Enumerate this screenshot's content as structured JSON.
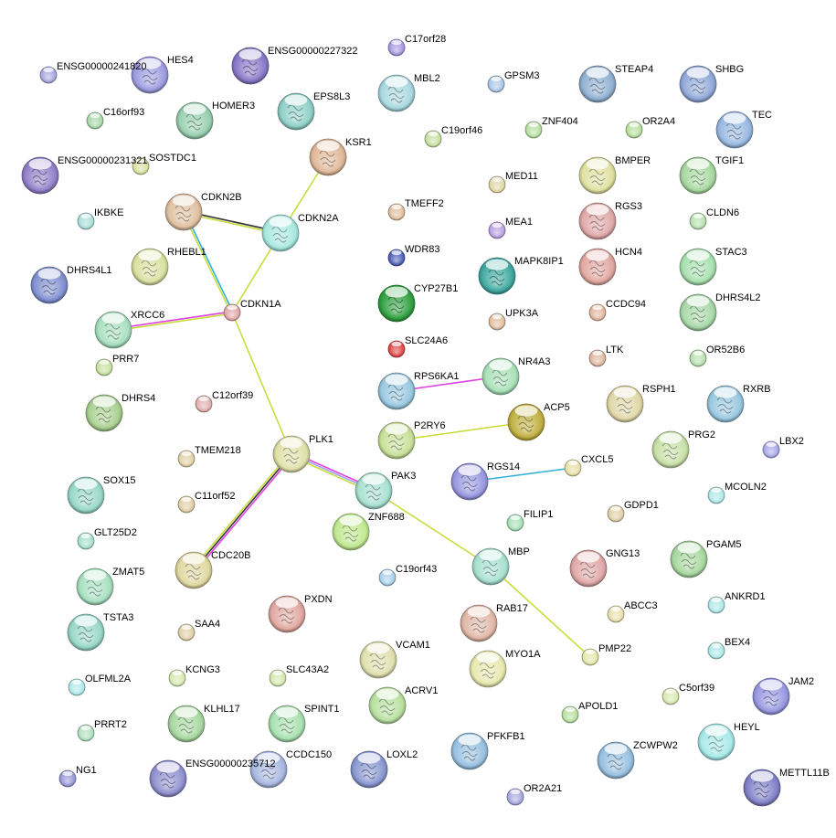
{
  "nodes": [
    {
      "label": "ENSG00000241820",
      "color": "#a8a8e0"
    },
    {
      "label": "HES4",
      "color": "#9c9ce0"
    },
    {
      "label": "ENSG00000227322",
      "color": "#8878c8"
    },
    {
      "label": "C17orf28",
      "color": "#a898e0"
    },
    {
      "label": "MBL2",
      "color": "#a8d8e0"
    },
    {
      "label": "GPSM3",
      "color": "#a8c8e8"
    },
    {
      "label": "STEAP4",
      "color": "#90b0d0"
    },
    {
      "label": "SHBG",
      "color": "#90a8d8"
    },
    {
      "label": "C16orf93",
      "color": "#a8d8a8"
    },
    {
      "label": "HOMER3",
      "color": "#98d0b0"
    },
    {
      "label": "EPS8L3",
      "color": "#90d0c8"
    },
    {
      "label": "C19orf46",
      "color": "#c8e0a0"
    },
    {
      "label": "ZNF404",
      "color": "#b8e0a0"
    },
    {
      "label": "OR2A4",
      "color": "#b8e0a0"
    },
    {
      "label": "TEC",
      "color": "#98b8e0"
    },
    {
      "label": "ENSG00000231321",
      "color": "#9080c8"
    },
    {
      "label": "SOSTDC1",
      "color": "#d8e0a0"
    },
    {
      "label": "KSR1",
      "color": "#e0b898"
    },
    {
      "label": "MED11",
      "color": "#e0d8a8"
    },
    {
      "label": "BMPER",
      "color": "#e0e0a0"
    },
    {
      "label": "TGIF1",
      "color": "#a8d8a0"
    },
    {
      "label": "IKBKE",
      "color": "#a8e0d8"
    },
    {
      "label": "CDKN2B",
      "color": "#e0c0a0"
    },
    {
      "label": "CDKN2A",
      "color": "#a8e8e0"
    },
    {
      "label": "TMEFF2",
      "color": "#e0c0a0"
    },
    {
      "label": "MEA1",
      "color": "#b8a0e0"
    },
    {
      "label": "RGS3",
      "color": "#e0a8a8"
    },
    {
      "label": "CLDN6",
      "color": "#b8e0b0"
    },
    {
      "label": "RHEBL1",
      "color": "#d8e0a0"
    },
    {
      "label": "WDR83",
      "color": "#5060b8"
    },
    {
      "label": "MAPK8IP1",
      "color": "#40a8a0"
    },
    {
      "label": "HCN4",
      "color": "#e0a8a0"
    },
    {
      "label": "STAC3",
      "color": "#a8e0b0"
    },
    {
      "label": "DHRS4L1",
      "color": "#8090d0"
    },
    {
      "label": "CDKN1A",
      "color": "#e0a8a8"
    },
    {
      "label": "CYP27B1",
      "color": "#30a040"
    },
    {
      "label": "CCDC94",
      "color": "#e0b8a0"
    },
    {
      "label": "DHRS4L2",
      "color": "#a8d8a8"
    },
    {
      "label": "XRCC6",
      "color": "#a8e0c0"
    },
    {
      "label": "UPK3A",
      "color": "#e0c0a0"
    },
    {
      "label": "PRR7",
      "color": "#c8e0a0"
    },
    {
      "label": "SLC24A6",
      "color": "#e04848"
    },
    {
      "label": "LTK",
      "color": "#e0b8a0"
    },
    {
      "label": "OR52B6",
      "color": "#b8e0b0"
    },
    {
      "label": "RPS6KA1",
      "color": "#98c8e0"
    },
    {
      "label": "NR4A3",
      "color": "#a8e0b8"
    },
    {
      "label": "DHRS4",
      "color": "#a8d090"
    },
    {
      "label": "C12orf39",
      "color": "#e0b0b0"
    },
    {
      "label": "RSPH1",
      "color": "#e0d8a8"
    },
    {
      "label": "RXRB",
      "color": "#98c8e0"
    },
    {
      "label": "ACP5",
      "color": "#c0b040"
    },
    {
      "label": "P2RY6",
      "color": "#c8e098"
    },
    {
      "label": "PRG2",
      "color": "#c8e0a8"
    },
    {
      "label": "LBX2",
      "color": "#a8a8e8"
    },
    {
      "label": "PLK1",
      "color": "#e0e0a8"
    },
    {
      "label": "TMEM218",
      "color": "#e0d0a8"
    },
    {
      "label": "SOX15",
      "color": "#98d8c8"
    },
    {
      "label": "PAK3",
      "color": "#a8e0d0"
    },
    {
      "label": "RGS14",
      "color": "#9898e0"
    },
    {
      "label": "CXCL5",
      "color": "#e8e0a8"
    },
    {
      "label": "C11orf52",
      "color": "#e0d0a8"
    },
    {
      "label": "ZNF688",
      "color": "#c0e890"
    },
    {
      "label": "MCOLN2",
      "color": "#b0e8e8"
    },
    {
      "label": "GDPD1",
      "color": "#e0d0a8"
    },
    {
      "label": "FILIP1",
      "color": "#a8e0b8"
    },
    {
      "label": "GLT25D2",
      "color": "#a8e0d0"
    },
    {
      "label": "CDC20B",
      "color": "#e0d8a0"
    },
    {
      "label": "MBP",
      "color": "#a8e0d0"
    },
    {
      "label": "GNG13",
      "color": "#e0a8a8"
    },
    {
      "label": "PGAM5",
      "color": "#a8d8a0"
    },
    {
      "label": "C19orf43",
      "color": "#a8d0e8"
    },
    {
      "label": "ZMAT5",
      "color": "#a8e0c0"
    },
    {
      "label": "PXDN",
      "color": "#e0a8a0"
    },
    {
      "label": "RAB17",
      "color": "#e0b8a8"
    },
    {
      "label": "ABCC3",
      "color": "#e8e0b0"
    },
    {
      "label": "ANKRD1",
      "color": "#b0e8e8"
    },
    {
      "label": "TSTA3",
      "color": "#98d8c8"
    },
    {
      "label": "SAA4",
      "color": "#e0d0a8"
    },
    {
      "label": "BEX4",
      "color": "#b0e8e8"
    },
    {
      "label": "PMP22",
      "color": "#e0e8a8"
    },
    {
      "label": "VCAM1",
      "color": "#e0e0b0"
    },
    {
      "label": "MYO1A",
      "color": "#e8e8b0"
    },
    {
      "label": "KCNG3",
      "color": "#d8e8b0"
    },
    {
      "label": "SLC43A2",
      "color": "#d8e8b0"
    },
    {
      "label": "OLFML2A",
      "color": "#b0e8e8"
    },
    {
      "label": "C5orf39",
      "color": "#d8e8b0"
    },
    {
      "label": "JAM2",
      "color": "#9898e0"
    },
    {
      "label": "ACRV1",
      "color": "#b8e0a0"
    },
    {
      "label": "APOLD1",
      "color": "#b8e0a0"
    },
    {
      "label": "KLHL17",
      "color": "#a8d8a0"
    },
    {
      "label": "SPINT1",
      "color": "#a8e0b0"
    },
    {
      "label": "HEYL",
      "color": "#a8e8e8"
    },
    {
      "label": "PRRT2",
      "color": "#b0e0c0"
    },
    {
      "label": "PFKFB1",
      "color": "#98c0e0"
    },
    {
      "label": "ZCWPW2",
      "color": "#98c0e0"
    },
    {
      "label": "CCDC150",
      "color": "#a8b8e0"
    },
    {
      "label": "LOXL2",
      "color": "#8898d0"
    },
    {
      "label": "NG1",
      "color": "#9898d8"
    },
    {
      "label": "ENSG00000235712",
      "color": "#9090d0"
    },
    {
      "label": "METTL11B",
      "color": "#8080c8"
    },
    {
      "label": "OR2A21",
      "color": "#a8a8e0"
    }
  ],
  "edges": [
    {
      "source": "CDKN2B",
      "target": "CDKN2A",
      "colors": [
        "#333333",
        "#c8dc3c"
      ]
    },
    {
      "source": "CDKN2B",
      "target": "CDKN1A",
      "colors": [
        "#30b0e0",
        "#c8dc3c"
      ]
    },
    {
      "source": "CDKN2A",
      "target": "CDKN1A",
      "colors": [
        "#c8dc3c"
      ]
    },
    {
      "source": "CDKN2A",
      "target": "KSR1",
      "colors": [
        "#c8dc3c"
      ]
    },
    {
      "source": "CDKN1A",
      "target": "XRCC6",
      "colors": [
        "#c8dc3c",
        "#e040e0"
      ]
    },
    {
      "source": "CDKN1A",
      "target": "PLK1",
      "colors": [
        "#c8dc3c"
      ]
    },
    {
      "source": "PLK1",
      "target": "PAK3",
      "colors": [
        "#e040e0",
        "#a0a0f0",
        "#c8dc3c"
      ]
    },
    {
      "source": "PLK1",
      "target": "CDC20B",
      "colors": [
        "#e040e0",
        "#333333",
        "#c8dc3c"
      ]
    },
    {
      "source": "PAK3",
      "target": "MBP",
      "colors": [
        "#c8dc3c"
      ]
    },
    {
      "source": "MBP",
      "target": "PMP22",
      "colors": [
        "#c8dc3c"
      ]
    },
    {
      "source": "RPS6KA1",
      "target": "NR4A3",
      "colors": [
        "#e040e0"
      ]
    },
    {
      "source": "P2RY6",
      "target": "ACP5",
      "colors": [
        "#c8dc3c"
      ]
    },
    {
      "source": "RGS14",
      "target": "CXCL5",
      "colors": [
        "#30b0d8"
      ]
    }
  ]
}
